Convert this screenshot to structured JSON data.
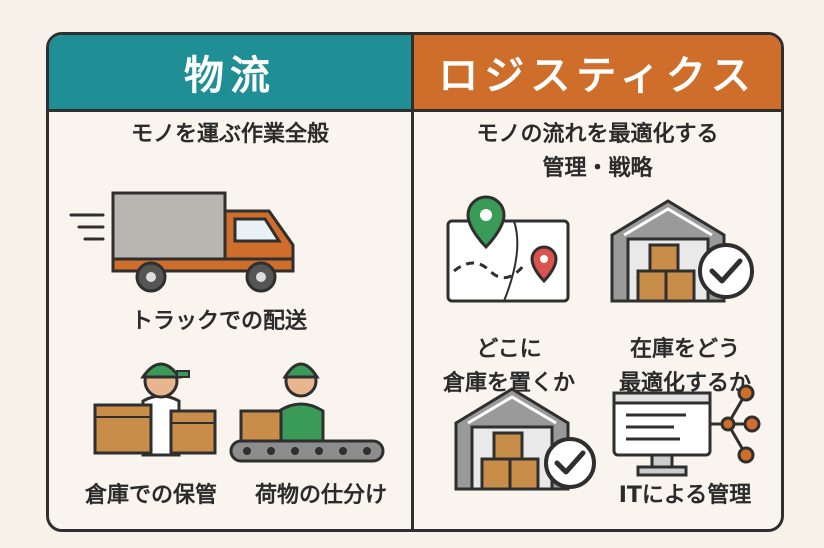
{
  "left": {
    "title": "物流",
    "subtitle": "モノを運ぶ作業全般",
    "items": {
      "truck": "トラックでの配送",
      "storage": "倉庫での保管",
      "sorting": "荷物の仕分け"
    }
  },
  "right": {
    "title": "ロジスティクス",
    "subtitle_line1": "モノの流れを最適化する",
    "subtitle_line2": "管理・戦略",
    "items": {
      "where_line1": "どこに",
      "where_line2": "倉庫を置くか",
      "stock_line1": "在庫をどう",
      "stock_line2": "最適化するか",
      "it": "ITによる管理"
    }
  },
  "colors": {
    "teal": "#1f8f95",
    "orange": "#cf6e2a",
    "green": "#3a9a57",
    "box": "#c98d4a",
    "outline": "#2f2f2f"
  },
  "icons": [
    "truck-icon",
    "workers-boxes-icon",
    "conveyor-icon",
    "map-pin-icon",
    "warehouse-check-icon",
    "computer-network-icon"
  ]
}
